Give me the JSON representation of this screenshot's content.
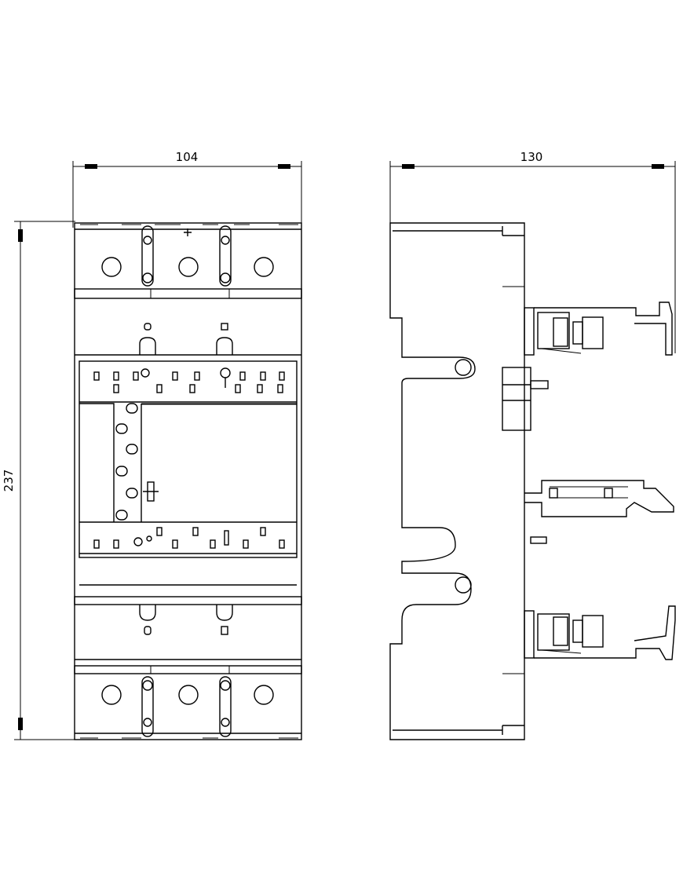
{
  "dimensions": {
    "front_width": "104",
    "side_depth": "130",
    "height": "237"
  }
}
